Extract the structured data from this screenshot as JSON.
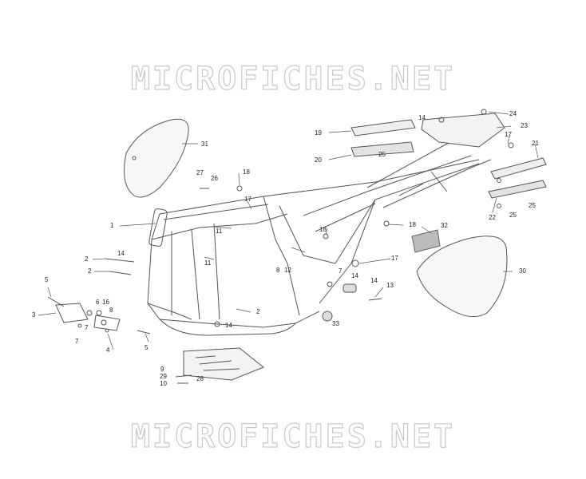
{
  "watermark_top": "MICROFICHES.NET",
  "watermark_bottom": "MICROFICHES.NET",
  "callouts": {
    "c1": "1",
    "c2a": "2",
    "c2b": "2",
    "c2c": "2",
    "c3": "3",
    "c4": "4",
    "c5a": "5",
    "c5b": "5",
    "c6": "6",
    "c7a": "7",
    "c7b": "7",
    "c7c": "7",
    "c8a": "8",
    "c8b": "8",
    "c9": "9",
    "c10": "10",
    "c11a": "11",
    "c11b": "11",
    "c12": "12",
    "c13": "13",
    "c14a": "14",
    "c14b": "14",
    "c14c": "14",
    "c14d": "14",
    "c14e": "14",
    "c16": "16",
    "c17a": "17",
    "c17b": "17",
    "c17c": "17",
    "c18a": "18",
    "c18b": "18",
    "c18c": "18",
    "c19": "19",
    "c20": "20",
    "c21": "21",
    "c22": "22",
    "c23": "23",
    "c24": "24",
    "c25a": "25",
    "c25b": "25",
    "c25c": "25",
    "c26": "26",
    "c27": "27",
    "c28": "28",
    "c29": "29",
    "c30": "30",
    "c31": "31",
    "c32": "32",
    "c33": "33"
  }
}
